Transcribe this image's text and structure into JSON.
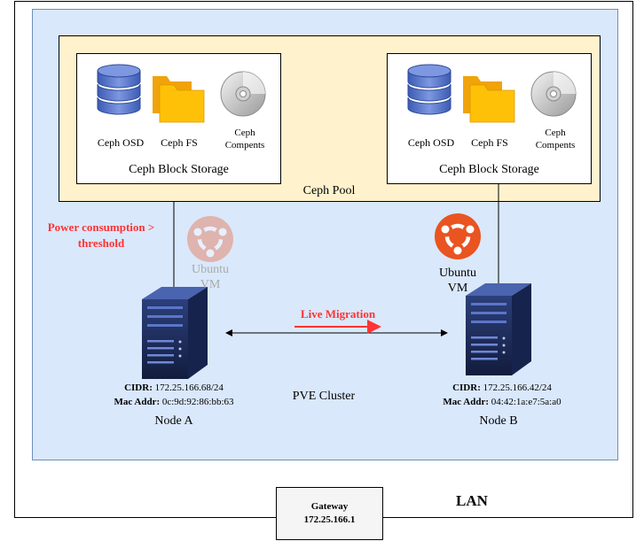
{
  "lan": {
    "label": "LAN"
  },
  "gateway": {
    "title": "Gateway",
    "ip": "172.25.166.1"
  },
  "cluster": {
    "label": "PVE Cluster"
  },
  "pool": {
    "label": "Ceph  Pool"
  },
  "storage_left": {
    "title": "Ceph  Block Storage",
    "osd_label": "Ceph OSD",
    "fs_label": "Ceph FS",
    "comp_line1": "Ceph",
    "comp_line2": "Compents"
  },
  "storage_right": {
    "title": "Ceph  Block Storage",
    "osd_label": "Ceph OSD",
    "fs_label": "Ceph FS",
    "comp_line1": "Ceph",
    "comp_line2": "Compents"
  },
  "vm_left": {
    "line1": "Ubuntu",
    "line2": "VM"
  },
  "vm_right": {
    "line1": "Ubuntu",
    "line2": "VM"
  },
  "power": {
    "line1": "Power consumption >",
    "line2": "threshold"
  },
  "migration": {
    "label": "Live Migration"
  },
  "node_a": {
    "cidr_key": "CIDR:",
    "cidr_val": "172.25.166.68/24",
    "mac_key": "Mac Addr:",
    "mac_val": "0c:9d:92:86:bb:63",
    "name": "Node A"
  },
  "node_b": {
    "cidr_key": "CIDR:",
    "cidr_val": "172.25.166.42/24",
    "mac_key": "Mac Addr:",
    "mac_val": "04:42:1a:e7:5a:a0",
    "name": "Node B"
  },
  "colors": {
    "cluster_fill": "#dae8fc",
    "pool_fill": "#fff2cc",
    "highlight_red": "#ff3333",
    "ubuntu_orange": "#e95420",
    "server_navy": "#1f2d5a"
  },
  "icons": [
    "database-icon",
    "folder-icon",
    "disc-icon",
    "ubuntu-icon",
    "server-icon"
  ]
}
